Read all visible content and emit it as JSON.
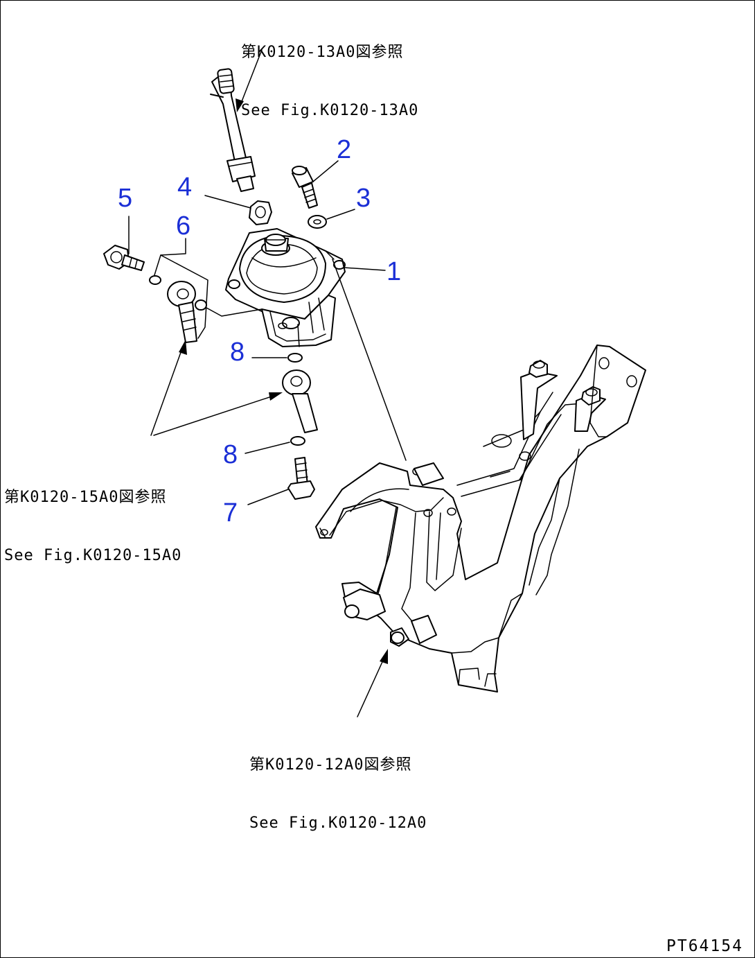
{
  "references": {
    "top": {
      "jp": "第K0120-13A0図参照",
      "en": "See Fig.K0120-13A0"
    },
    "left": {
      "jp": "第K0120-15A0図参照",
      "en": "See Fig.K0120-15A0"
    },
    "bottom": {
      "jp": "第K0120-12A0図参照",
      "en": "See Fig.K0120-12A0"
    }
  },
  "callouts": {
    "c1": "1",
    "c2": "2",
    "c3": "3",
    "c4": "4",
    "c5": "5",
    "c6": "6",
    "c7": "7",
    "c8a": "8",
    "c8b": "8"
  },
  "drawing_code": "PT64154",
  "colors": {
    "callout": "#1b2fd6",
    "line": "#000000",
    "background": "#ffffff"
  }
}
